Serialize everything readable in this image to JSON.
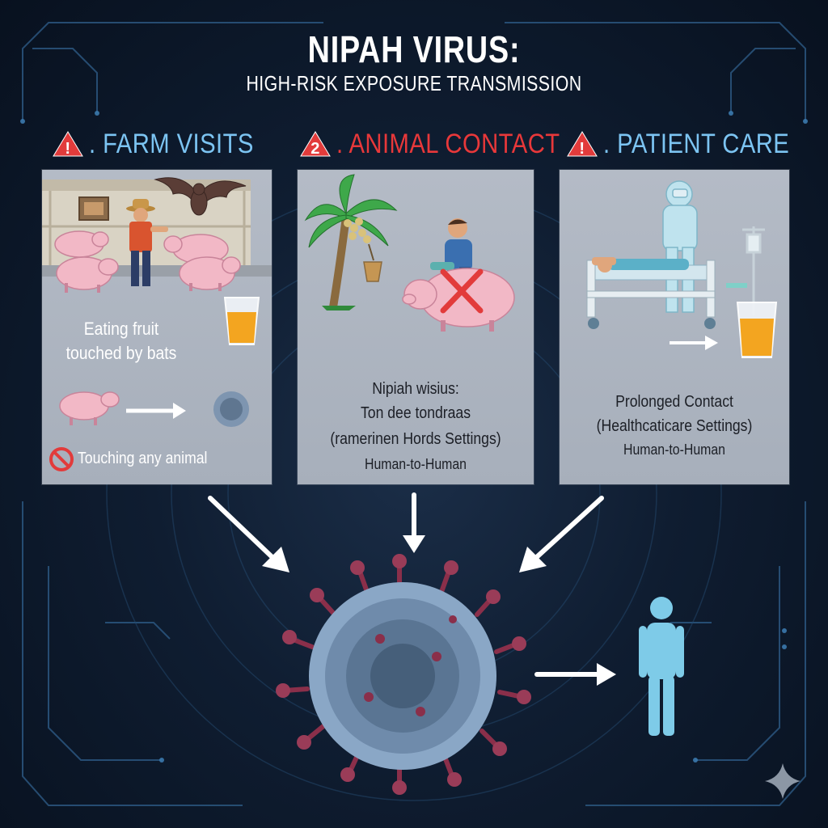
{
  "header": {
    "title": "NIPAH VIRUS:",
    "subtitle": "HIGH-RISK EXPOSURE TRANSMISSION"
  },
  "colors": {
    "heading_blue": "#7cc4f2",
    "heading_red": "#e8383a",
    "warning_red": "#e23b3b",
    "panel_gray": "#aeb5c1",
    "virus_body": "#8aa7c6",
    "virus_spike": "#8a2f4a",
    "human_silhouette": "#7ecbe8",
    "background": "#0f1d31"
  },
  "sections": [
    {
      "icon": "warning-icon",
      "number": "!",
      "heading": ". FARM VISITS",
      "texts": [
        "Eating fruit",
        "touched by bats",
        "Touching any animal"
      ]
    },
    {
      "icon": "warning-icon",
      "number": "2",
      "heading": ". ANIMAL CONTACT",
      "texts": [
        "Nipiah wisius:",
        "Ton dee tondraas",
        "(ramerinen Hords Settings)",
        "Human-to-Human"
      ]
    },
    {
      "icon": "warning-icon",
      "number": "!",
      "heading": ". PATIENT CARE",
      "texts": [
        "Prolonged Contact",
        "(Healthcaticare Settings)",
        "Human-to-Human"
      ]
    }
  ]
}
